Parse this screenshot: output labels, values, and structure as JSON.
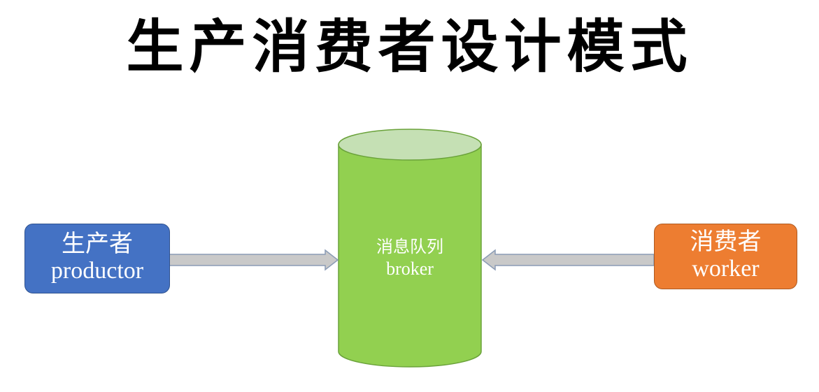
{
  "title": "生产消费者设计模式",
  "producer": {
    "cn": "生产者",
    "en": "productor"
  },
  "queue": {
    "cn": "消息队列",
    "en": "broker"
  },
  "consumer": {
    "cn": "消费者",
    "en": "worker"
  },
  "colors": {
    "producer": "#4472c4",
    "queue": "#92d050",
    "queue_top": "#c5e0b4",
    "consumer": "#ed7d31",
    "arrow": "#c9c9c9"
  }
}
